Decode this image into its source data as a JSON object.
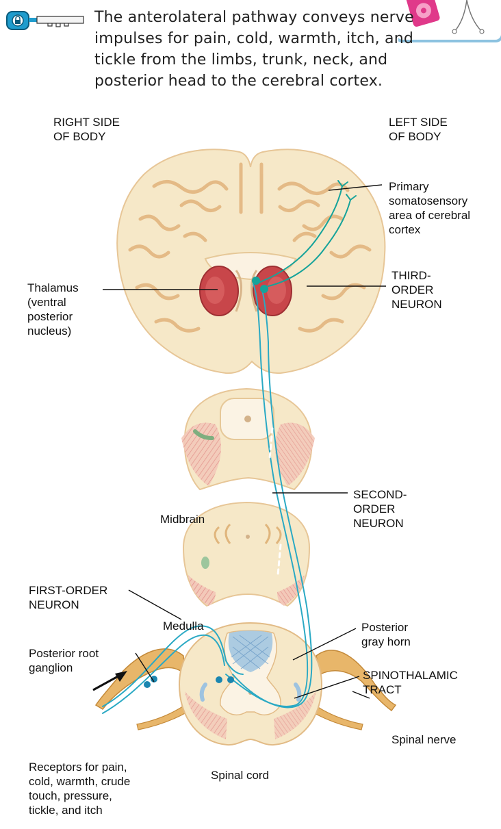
{
  "caption": "The anterolateral pathway conveys nerve impulses for pain, cold, warmth, itch, and tickle from the limbs, trunk, neck, and posterior head to the cerebral cortex.",
  "labels": {
    "right_side": "RIGHT SIDE\nOF BODY",
    "left_side": "LEFT SIDE\nOF BODY",
    "primary_area": "Primary\nsomatosensory\narea of cerebral\ncortex",
    "thalamus": "Thalamus\n(ventral\nposterior\nnucleus)",
    "third_order": "THIRD-\nORDER\nNEURON",
    "midbrain": "Midbrain",
    "second_order": "SECOND-\nORDER\nNEURON",
    "medulla": "Medulla",
    "posterior_gray_horn": "Posterior\ngray horn",
    "first_order": "FIRST-ORDER\nNEURON",
    "posterior_root_ganglion": "Posterior root\nganglion",
    "spinothalamic": "SPINOTHALAMIC\nTRACT",
    "spinal_nerve": "Spinal nerve",
    "spinal_cord": "Spinal cord",
    "receptors": "Receptors for pain,\ncold, warmth, crude\ntouch, pressure,\ntickle, and itch"
  },
  "icons": [
    "key-icon",
    "ipod-icon",
    "neuron-branch-icon"
  ],
  "colors": {
    "tissue": "#f6e8c8",
    "gyri_outline": "#e0b57c",
    "thalamus": "#c8464a",
    "neuron": "#2aa9c4",
    "neuron_dark": "#1b86b0",
    "cell_body": "#16a39a",
    "gray_horn": "#9ec3e0",
    "nerve": "#e8b66a",
    "accent_pink": "#e0398a"
  }
}
